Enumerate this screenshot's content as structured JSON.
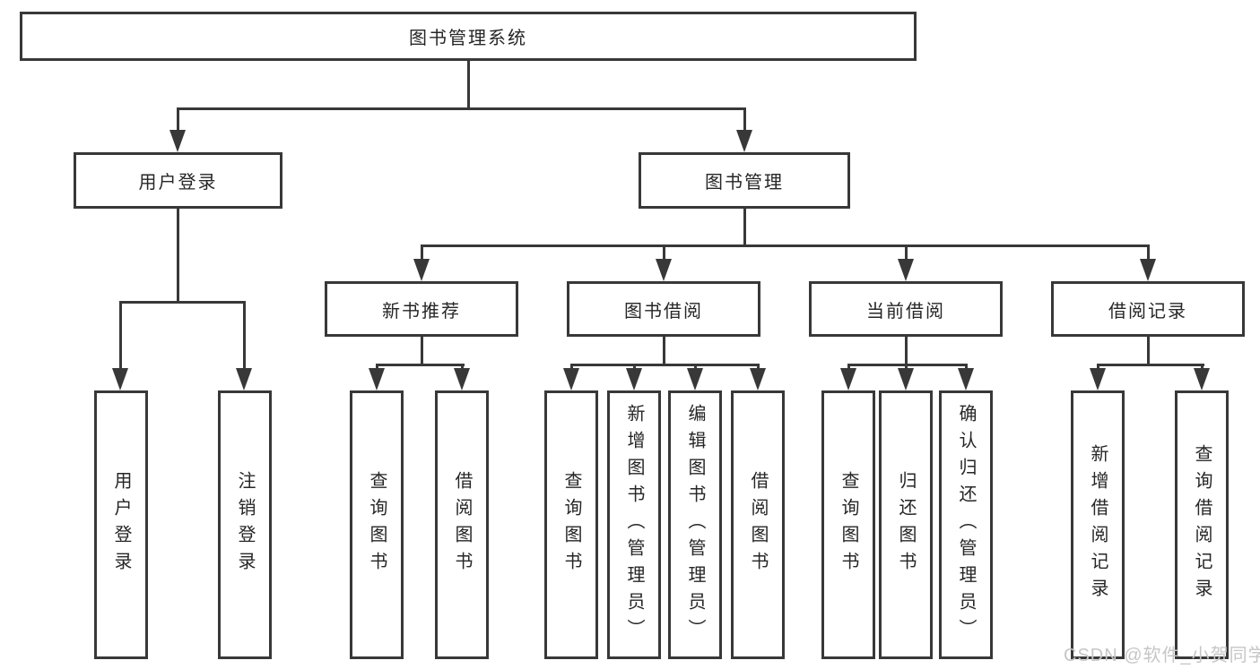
{
  "diagram_type": "hierarchy-tree",
  "tree": {
    "label": "图书管理系统",
    "children": [
      {
        "label": "用户登录",
        "children": [
          {
            "label": "用户登录"
          },
          {
            "label": "注销登录"
          }
        ]
      },
      {
        "label": "图书管理",
        "children": [
          {
            "label": "新书推荐",
            "children": [
              {
                "label": "查询图书"
              },
              {
                "label": "借阅图书"
              }
            ]
          },
          {
            "label": "图书借阅",
            "children": [
              {
                "label": "查询图书"
              },
              {
                "label": "新增图书（管理员）"
              },
              {
                "label": "编辑图书（管理员）"
              },
              {
                "label": "借阅图书"
              }
            ]
          },
          {
            "label": "当前借阅",
            "children": [
              {
                "label": "查询图书"
              },
              {
                "label": "归还图书"
              },
              {
                "label": "确认归还（管理员）"
              }
            ]
          },
          {
            "label": "借阅记录",
            "children": [
              {
                "label": "新增借阅记录"
              },
              {
                "label": "查询借阅记录"
              }
            ]
          }
        ]
      }
    ]
  },
  "watermark": {
    "text": "CSDN @软件_小贺同学"
  },
  "colors": {
    "line": "#383838",
    "box_border": "#383838",
    "text": "#262626",
    "watermark": "#c6c6c6",
    "background": "#ffffff"
  }
}
